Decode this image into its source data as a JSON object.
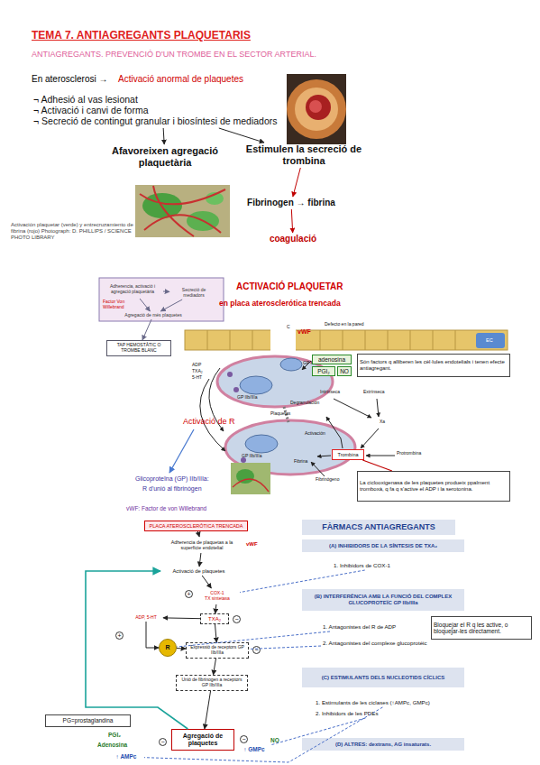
{
  "diagram": {
    "title": "TEMA 7. ANTIAGREGANTS PLAQUETARIS",
    "nodes": [
      {
        "text": [
          "¬ Adhesió al vas lesionat",
          "¬ Activació i canvi de forma",
          "¬ Secreció de contingut granular i biosíntesi de mediadors"
        ]
      },
      {
        "text": [
          "Afavoreixen agregació plaquetària"
        ]
      },
      {
        "text": [
          "Estimulen la secreció de trombina"
        ]
      },
      {
        "text": [
          "Fibrinogen → fibrina"
        ]
      },
      {
        "text": [
          "coagulació"
        ]
      },
      {
        "text": [
          "Adherencia, activació i agregació plaquetària"
        ]
      },
      {
        "text": [
          "Secreció de mediadors"
        ]
      },
      {
        "text": [
          "Factor Von Willebrand"
        ]
      },
      {
        "text": [
          "Agregació de més plaquetes"
        ]
      },
      {
        "text": [
          "TAP HEMOSTÀTIC O TROMBE BLANC"
        ]
      },
      {
        "text": [
          "adenosina"
        ]
      },
      {
        "text": [
          "PGI₂"
        ]
      },
      {
        "text": [
          "NO"
        ]
      },
      {
        "text": [
          "Són factors q alliberen les cèl·lules endotelials i tenen efecte antiagregant."
        ]
      },
      {
        "text": [
          "Trombina"
        ]
      },
      {
        "text": [
          "La ciclooxigenasa de les plaquetes produeix ppalment tromboxà, q fa q s'active el ADP i la serotonina."
        ]
      },
      {
        "text": [
          "PLACA ATEROSCLERÓTICA TRENCADA"
        ]
      },
      {
        "text": [
          "Adherencia de plaquetas a la superficie endotelial"
        ]
      },
      {
        "text": [
          "Activació de plaquetes"
        ]
      },
      {
        "text": [
          "COX-1",
          "TX sintetasa"
        ]
      },
      {
        "text": [
          "TXA₂"
        ]
      },
      {
        "text": [
          "ADP, 5-HT"
        ]
      },
      {
        "text": [
          "R"
        ]
      },
      {
        "text": [
          "Expressió de receptors GP IIb/IIIa"
        ]
      },
      {
        "text": [
          "Unió de fibrinogen a receptors GP IIb/IIIa"
        ]
      },
      {
        "text": [
          "Agregació de plaquetes"
        ]
      },
      {
        "text": [
          "PG=prostaglandina"
        ]
      },
      {
        "text": [
          "↑ AMPc"
        ]
      },
      {
        "text": [
          "↑ GMPc"
        ]
      },
      {
        "text": [
          "FÀRMACS ANTIAGREGANTS"
        ]
      },
      {
        "text": [
          "(A) INHIBIDORS DE LA SÍNTESIS DE TXA₂"
        ]
      },
      {
        "text": [
          "1. Inhibidors de COX-1"
        ]
      },
      {
        "text": [
          "(B) INTERFERÈNCIA AMB LA FUNCIÓ DEL COMPLEX GLUCOPROTEÏC GP IIb/IIIa"
        ]
      },
      {
        "text": [
          "1. Antagonistes del R de ADP"
        ]
      },
      {
        "text": [
          "2. Antagonistes del complexe glucoprotéic"
        ]
      },
      {
        "text": [
          "Bloquejar el R q les active, o bloquejar-les directament."
        ]
      },
      {
        "text": [
          "(C) ESTIMULANTS DELS NUCLEOTIDS CÍCLICS"
        ]
      },
      {
        "text": [
          "1. Estimulants de les ciclases (↑AMPc, GMPc)"
        ]
      },
      {
        "text": [
          "2. Inhibidors de les PDEs"
        ]
      },
      {
        "text": [
          "(D) ALTRES: dextrans, AG insaturats."
        ]
      }
    ],
    "edges": [
      {
        "from": 0,
        "to": 1,
        "arrow": "to"
      },
      {
        "from": 0,
        "to": 2,
        "arrow": "to"
      },
      {
        "from": 2,
        "to": 3,
        "arrow": "to"
      },
      {
        "from": 3,
        "to": 4,
        "arrow": "to"
      },
      {
        "from": 5,
        "to": 6,
        "arrow": "to"
      },
      {
        "from": 5,
        "to": 8,
        "arrow": "to"
      },
      {
        "from": 6,
        "to": 8,
        "arrow": "to"
      },
      {
        "from": 8,
        "to": 9,
        "arrow": "to"
      },
      {
        "from": 14,
        "to": 15,
        "arrow": "none"
      },
      {
        "from": 16,
        "to": 17,
        "arrow": "to"
      },
      {
        "from": 17,
        "to": 18,
        "arrow": "to"
      },
      {
        "from": 18,
        "to": 19,
        "arrow": "to"
      },
      {
        "from": 19,
        "to": 20,
        "arrow": "to"
      },
      {
        "from": 20,
        "to": 21,
        "arrow": "to"
      },
      {
        "from": 21,
        "to": 22,
        "arrow": "to"
      },
      {
        "from": 22,
        "to": 23,
        "arrow": "to"
      },
      {
        "from": 20,
        "to": 23,
        "arrow": "to"
      },
      {
        "from": 23,
        "to": 24,
        "arrow": "to"
      },
      {
        "from": 24,
        "to": 25,
        "arrow": "to"
      },
      {
        "from": 25,
        "to": 18,
        "arrow": "to"
      },
      {
        "from": 31,
        "to": 19,
        "arrow": "none"
      },
      {
        "from": 33,
        "to": 22,
        "arrow": "none"
      },
      {
        "from": 34,
        "to": 23,
        "arrow": "none"
      },
      {
        "from": 37,
        "to": 27,
        "arrow": "none"
      },
      {
        "from": 38,
        "to": 28,
        "arrow": "none"
      }
    ],
    "labels": [
      "ANTIAGREGANTS. PREVENCIÓ D'UN TROMBE EN EL SECTOR ARTERIAL.",
      "En aterosclerosi →",
      "Activació anormal de plaquetes",
      "Activación plaquetar (verde) y entrecruzamiento de fibrina (rojo) Photograph: D. PHILLIPS / SCIENCE PHOTO LIBRARY",
      "ACTIVACIÓ PLAQUETAR",
      "en placa aterosclerótica trencada",
      "Defecto en la pared",
      "vWF",
      "EC",
      "C",
      "ADP",
      "TXA₂",
      "5-HT",
      "GP Ib",
      "GP IIb/IIIa",
      "Plaquetas",
      "Degranulación",
      "GP IIb/IIIa",
      "Intrínseca",
      "Extrínseca",
      "Xa",
      "Activación",
      "Fibrina",
      "Protrombina",
      "Fibrinógeno",
      "Activació de R",
      "Glicoproteïna (GP) IIb/IIIa:",
      "R d'unió al fibrinògen",
      "vWF: Factor de von Willebrand",
      "vWF",
      "+",
      "−",
      "−",
      "+",
      "−",
      "−",
      "PGI₂",
      "Adenosina",
      "NO"
    ]
  }
}
